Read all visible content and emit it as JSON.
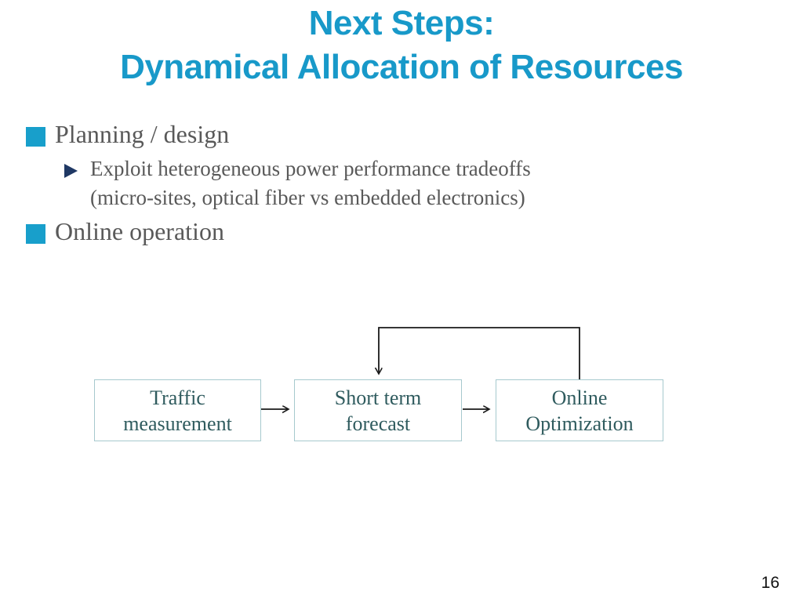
{
  "slide": {
    "title": {
      "line1": "Next Steps:",
      "line2": "Dynamical Allocation of Resources"
    },
    "bullets": {
      "item1": "Planning / design",
      "sub1_line1": "Exploit heterogeneous power performance tradeoffs",
      "sub1_line2": "(micro-sites, optical fiber vs embedded electronics)",
      "item2": "Online operation"
    },
    "diagram": {
      "box1": {
        "line1": "Traffic",
        "line2": "measurement"
      },
      "box2": {
        "line1": "Short term",
        "line2": "forecast"
      },
      "box3": {
        "line1": "Online",
        "line2": "Optimization"
      },
      "flow": "Traffic measurement -> Short term forecast -> Online Optimization; feedback loop: Online Optimization -> Short term forecast"
    },
    "page_number": "16",
    "colors": {
      "title": "#1899C9",
      "bullet_square": "#189FCB",
      "sub_bullet_arrow": "#1F3864",
      "body_text": "#595959",
      "box_border": "#A6C9CE",
      "box_text": "#2F5B5E",
      "connector": "#1a1a1a"
    }
  }
}
